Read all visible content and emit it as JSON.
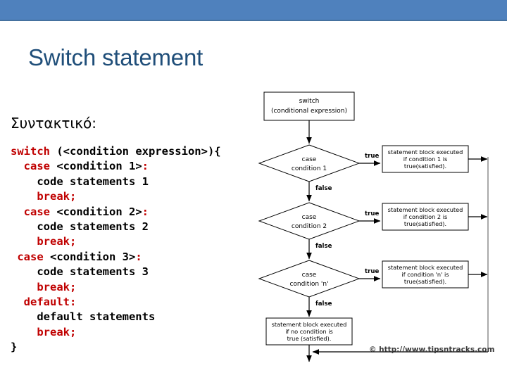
{
  "slide": {
    "title": "Switch statement",
    "subtitle": "Συντακτικό:",
    "band_color": "#4F81BD",
    "title_color": "#1F4E79"
  },
  "code": {
    "keyword_color": "#C00000",
    "text_color": "#000000",
    "lines": [
      {
        "indent": 0,
        "parts": [
          {
            "t": "switch",
            "k": true
          },
          {
            "t": " (<condition expression>){",
            "k": false
          }
        ]
      },
      {
        "indent": 2,
        "parts": [
          {
            "t": "case",
            "k": true
          },
          {
            "t": " <condition 1>",
            "k": false
          },
          {
            "t": ":",
            "k": true
          }
        ]
      },
      {
        "indent": 4,
        "parts": [
          {
            "t": "code statements 1",
            "k": false
          }
        ]
      },
      {
        "indent": 4,
        "parts": [
          {
            "t": "break",
            "k": true
          },
          {
            "t": ";",
            "k": true
          }
        ]
      },
      {
        "indent": 2,
        "parts": [
          {
            "t": "case",
            "k": true
          },
          {
            "t": " <condition 2>",
            "k": false
          },
          {
            "t": ":",
            "k": true
          }
        ]
      },
      {
        "indent": 4,
        "parts": [
          {
            "t": "code statements 2",
            "k": false
          }
        ]
      },
      {
        "indent": 4,
        "parts": [
          {
            "t": "break",
            "k": true
          },
          {
            "t": ";",
            "k": true
          }
        ]
      },
      {
        "indent": 1,
        "parts": [
          {
            "t": "case",
            "k": true
          },
          {
            "t": " <condition 3>",
            "k": false
          },
          {
            "t": ":",
            "k": true
          }
        ]
      },
      {
        "indent": 4,
        "parts": [
          {
            "t": "code statements 3",
            "k": false
          }
        ]
      },
      {
        "indent": 4,
        "parts": [
          {
            "t": "break",
            "k": true
          },
          {
            "t": ";",
            "k": true
          }
        ]
      },
      {
        "indent": 2,
        "parts": [
          {
            "t": "default",
            "k": true
          },
          {
            "t": ":",
            "k": true
          }
        ]
      },
      {
        "indent": 4,
        "parts": [
          {
            "t": "default statements",
            "k": false
          }
        ]
      },
      {
        "indent": 4,
        "parts": [
          {
            "t": "break",
            "k": true
          },
          {
            "t": ";",
            "k": true
          }
        ]
      },
      {
        "indent": 0,
        "parts": [
          {
            "t": "}",
            "k": false
          }
        ]
      }
    ]
  },
  "flowchart": {
    "start_box": {
      "line1": "switch",
      "line2": "(conditional expression)"
    },
    "branches": [
      {
        "diamond_line1": "case",
        "diamond_line2": "condition 1",
        "true_label": "true",
        "false_label": "false",
        "result_line1": "statement block executed",
        "result_line2": "if condition 1 is",
        "result_line3": "true(satisfied)."
      },
      {
        "diamond_line1": "case",
        "diamond_line2": "condition 2",
        "true_label": "true",
        "false_label": "false",
        "result_line1": "statement block executed",
        "result_line2": "if condition 2 is",
        "result_line3": "true(satisfied)."
      },
      {
        "diamond_line1": "case",
        "diamond_line2": "condition 'n'",
        "true_label": "true",
        "false_label": "false",
        "result_line1": "statement block executed",
        "result_line2": "if condition 'n' is",
        "result_line3": "true(satisfied)."
      }
    ],
    "default_box": {
      "line1": "statement block executed",
      "line2": "if no condition is",
      "line3": "true (satisfied)."
    },
    "watermark": "© http://www.tipsntracks.com"
  }
}
